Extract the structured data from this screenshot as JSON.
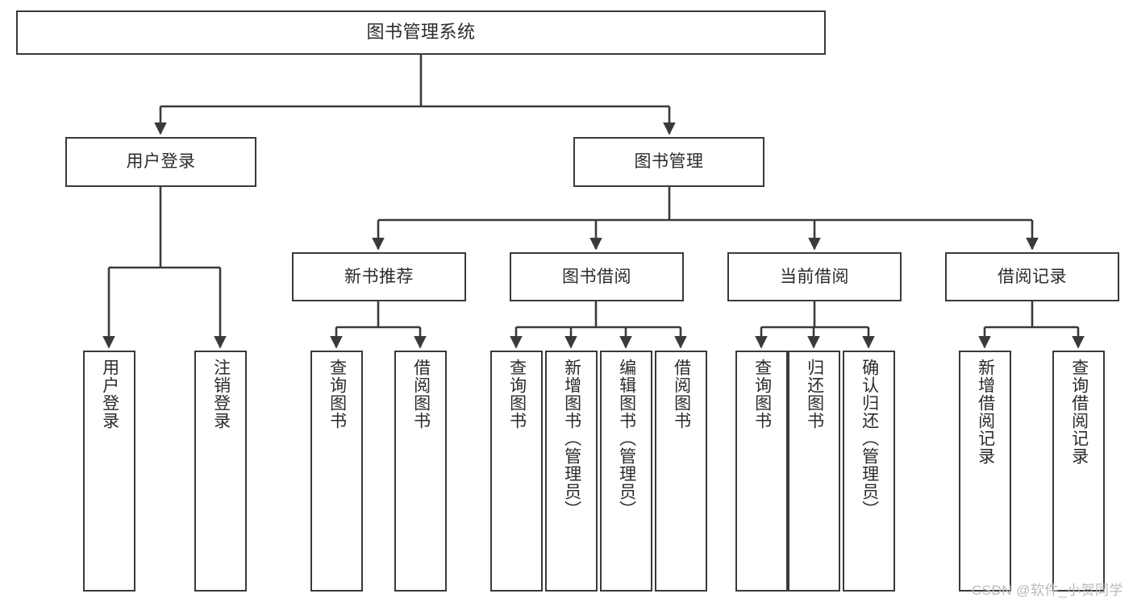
{
  "diagram": {
    "title": "图书管理系统",
    "type": "tree-hierarchy-chart",
    "watermark": "CSDN @软件_小贺同学",
    "colors": {
      "stroke": "#3a3a3a",
      "fill": "#ffffff",
      "text": "#2b2b2b",
      "watermark": "#b9b9b9"
    },
    "root": {
      "label": "图书管理系统"
    },
    "level2": [
      {
        "label": "用户登录"
      },
      {
        "label": "图书管理"
      }
    ],
    "level3": [
      {
        "label": "新书推荐"
      },
      {
        "label": "图书借阅"
      },
      {
        "label": "当前借阅"
      },
      {
        "label": "借阅记录"
      }
    ],
    "leaves": {
      "user_login": [
        {
          "label": "用户登录"
        },
        {
          "label": "注销登录"
        }
      ],
      "new_book_recommend": [
        {
          "label": "查询图书"
        },
        {
          "label": "借阅图书"
        }
      ],
      "book_borrow": [
        {
          "label": "查询图书"
        },
        {
          "label": "新增图书（管理员）"
        },
        {
          "label": "编辑图书（管理员）"
        },
        {
          "label": "借阅图书"
        }
      ],
      "current_borrow": [
        {
          "label": "查询图书"
        },
        {
          "label": "归还图书"
        },
        {
          "label": "确认归还（管理员）"
        }
      ],
      "borrow_record": [
        {
          "label": "新增借阅记录"
        },
        {
          "label": "查询借阅记录"
        }
      ]
    }
  }
}
